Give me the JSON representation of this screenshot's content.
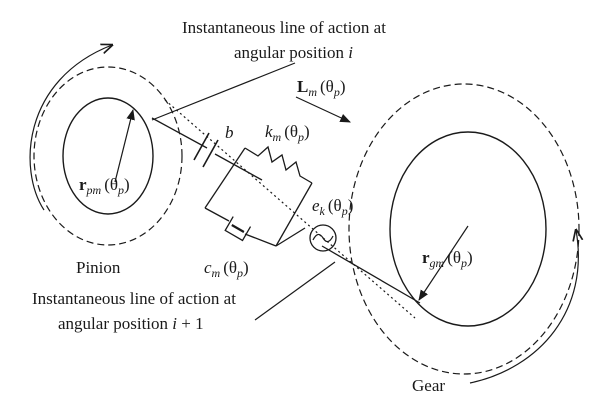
{
  "labels": {
    "line_i_1": "Instantaneous line of action at",
    "line_i_2": "angular position",
    "line_i_var": "i",
    "line_ip1_1": "Instantaneous line of action at",
    "line_ip1_2": "angular position",
    "line_ip1_var": "i",
    "line_ip1_suffix": " + 1",
    "pinion": "Pinion",
    "gear": "Gear",
    "b": "b",
    "L_main": "L",
    "L_sub": "m",
    "L_arg": "(θ",
    "L_arg_sub": "p",
    "L_close": ")",
    "r_pm_main": "r",
    "r_pm_sub": "pm",
    "r_pm_arg": "(θ",
    "r_pm_arg_sub": "p",
    "r_pm_close": ")",
    "r_gm_main": "r",
    "r_gm_sub": "gm",
    "r_gm_arg": "(θ",
    "r_gm_arg_sub": "p",
    "r_gm_close": ")",
    "k_main": "k",
    "k_sub": "m",
    "k_arg": "(θ",
    "k_arg_sub": "p",
    "k_close": ")",
    "c_main": "c",
    "c_sub": "m",
    "c_arg": "(θ",
    "c_arg_sub": "p",
    "c_close": ")",
    "e_main": "e",
    "e_sub": "k",
    "e_arg": "(θ",
    "e_arg_sub": "p",
    "e_close": ")"
  }
}
